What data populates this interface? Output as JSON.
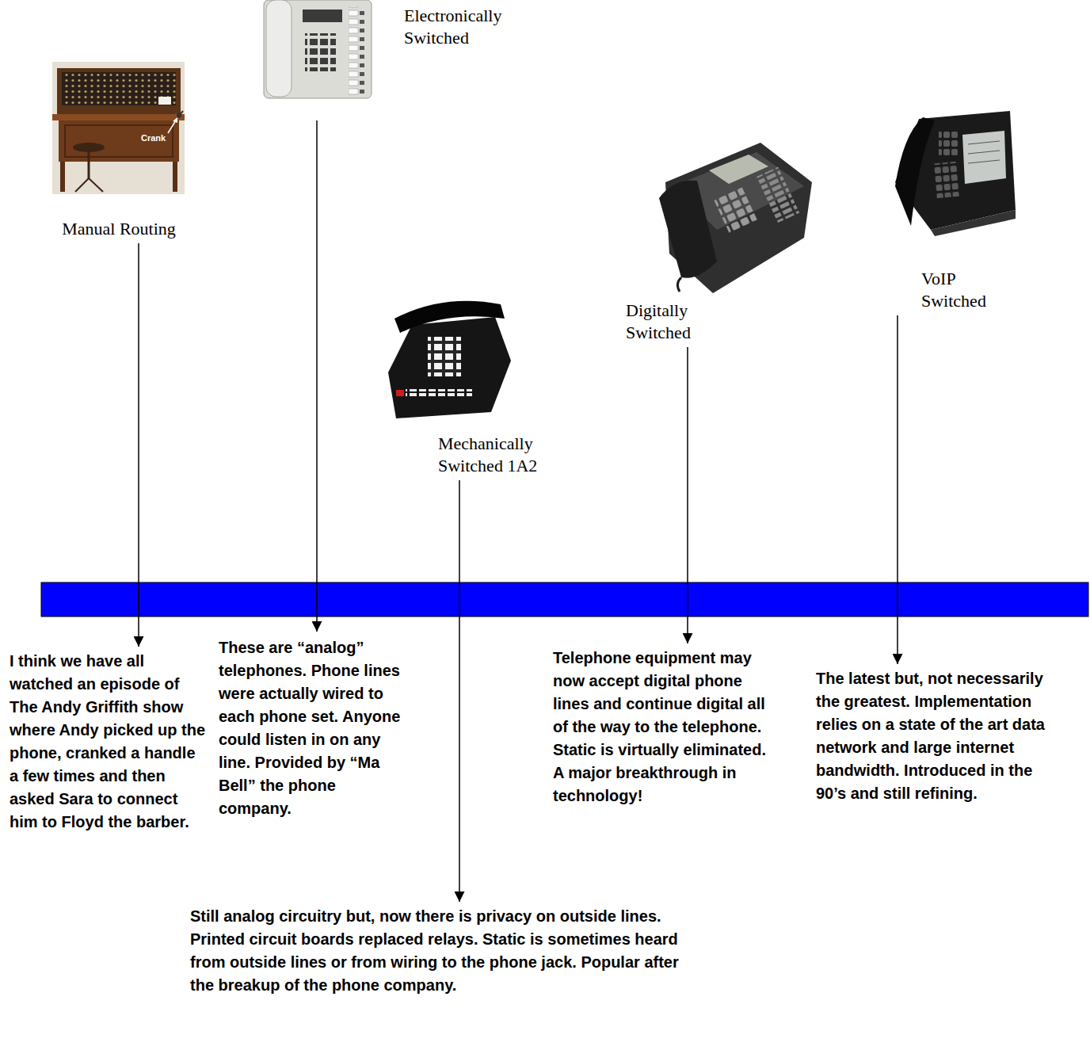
{
  "diagram": {
    "nodes": [
      {
        "text": [
          "Manual Routing"
        ]
      },
      {
        "text": [
          "Electronically Switched"
        ]
      },
      {
        "text": [
          "Mechanically Switched 1A2"
        ]
      },
      {
        "text": [
          "Digitally Switched"
        ]
      },
      {
        "text": [
          "VoIP Switched"
        ]
      },
      {
        "text": [
          "I think we have all watched an episode of The Andy Griffith show where Andy picked up the phone, cranked a handle a few times and then asked Sara to connect him to Floyd the barber."
        ]
      },
      {
        "text": [
          "These are “analog” telephones. Phone lines were actually wired to each phone set. Anyone could listen in on any line. Provided by “Ma Bell” the phone company."
        ]
      },
      {
        "text": [
          "Still analog circuitry but, now there is privacy on outside lines. Printed circuit boards replaced relays. Static is sometimes heard from outside lines or from wiring to the phone jack. Popular after the breakup of the phone company."
        ]
      },
      {
        "text": [
          "Telephone equipment may now accept digital phone lines and continue digital all of the way to the telephone. Static is virtually eliminated. A major breakthrough in technology!"
        ]
      },
      {
        "text": [
          "The latest but, not necessarily the greatest. Implementation relies on a state of the art data network and large internet bandwidth. Introduced in the 90’s and still refining."
        ]
      }
    ],
    "edges": [
      {
        "from": 0,
        "to": 5,
        "arrow": "to"
      },
      {
        "from": 1,
        "to": 6,
        "arrow": "to"
      },
      {
        "from": 2,
        "to": 7,
        "arrow": "to"
      },
      {
        "from": 3,
        "to": 8,
        "arrow": "to"
      },
      {
        "from": 4,
        "to": 9,
        "arrow": "to"
      }
    ],
    "labels": [
      "Crank"
    ]
  }
}
